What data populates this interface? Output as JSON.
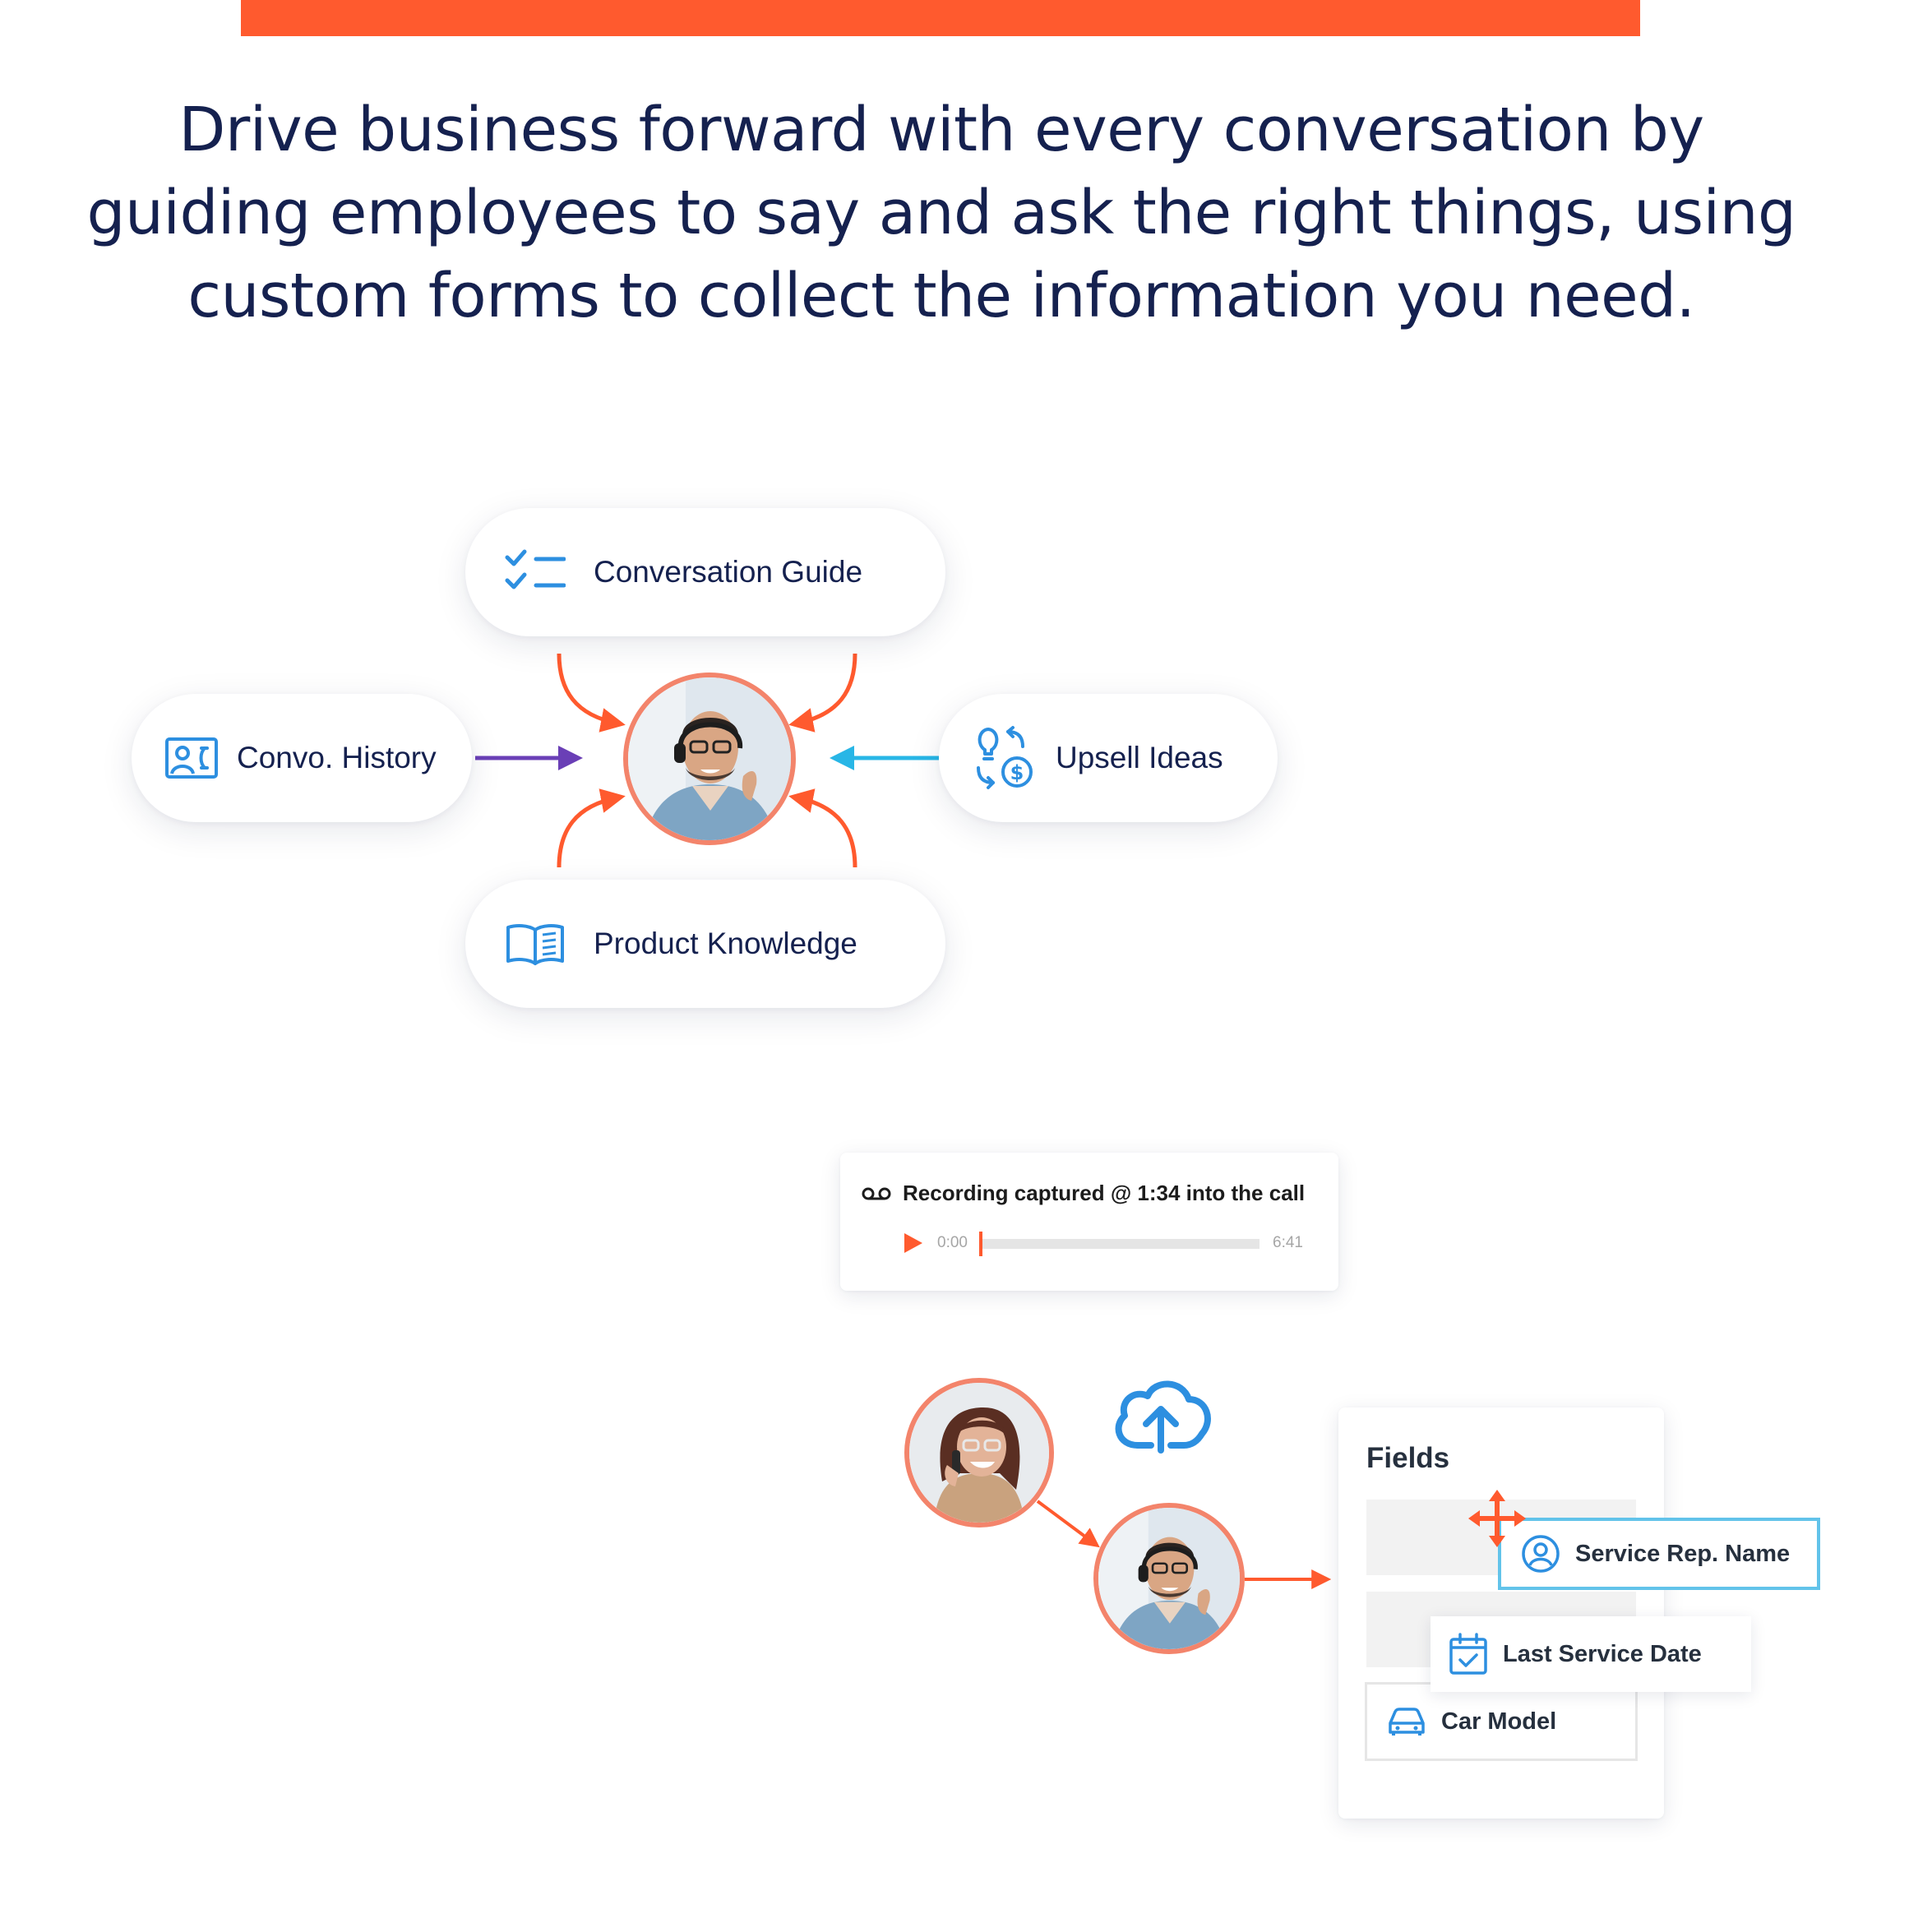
{
  "header": {
    "line1": "Drive business forward with every conversation by",
    "line2": "guiding employees to say and ask the right things, using",
    "line3": "custom forms to collect the information you need."
  },
  "hub": {
    "conversation_guide": "Conversation Guide",
    "convo_history": "Convo. History",
    "upsell_ideas": "Upsell Ideas",
    "product_knowledge": "Product Knowledge"
  },
  "recording": {
    "title": "Recording captured @ 1:34 into the call",
    "start_time": "0:00",
    "end_time": "6:41",
    "progress": 0
  },
  "fields": {
    "title": "Fields",
    "service_rep": "Service Rep. Name",
    "last_service": "Last Service Date",
    "car_model": "Car Model"
  },
  "icons": {
    "checklist": "checklist-icon",
    "contact_card": "contact-card-icon",
    "upsell": "lightbulb-dollar-icon",
    "book": "open-book-icon",
    "voicemail": "voicemail-icon",
    "play": "play-icon",
    "cloud": "cloud-upload-icon",
    "move": "move-icon",
    "user": "user-icon",
    "calendar": "calendar-check-icon",
    "car": "car-icon"
  },
  "colors": {
    "accent": "#ff5a2e",
    "navy": "#15214f",
    "blue": "#2d8fe0",
    "purple": "#6a3fb6",
    "cyan": "#28b6e6",
    "avatar_ring": "#f3846b",
    "field_border": "#62c3ea"
  }
}
